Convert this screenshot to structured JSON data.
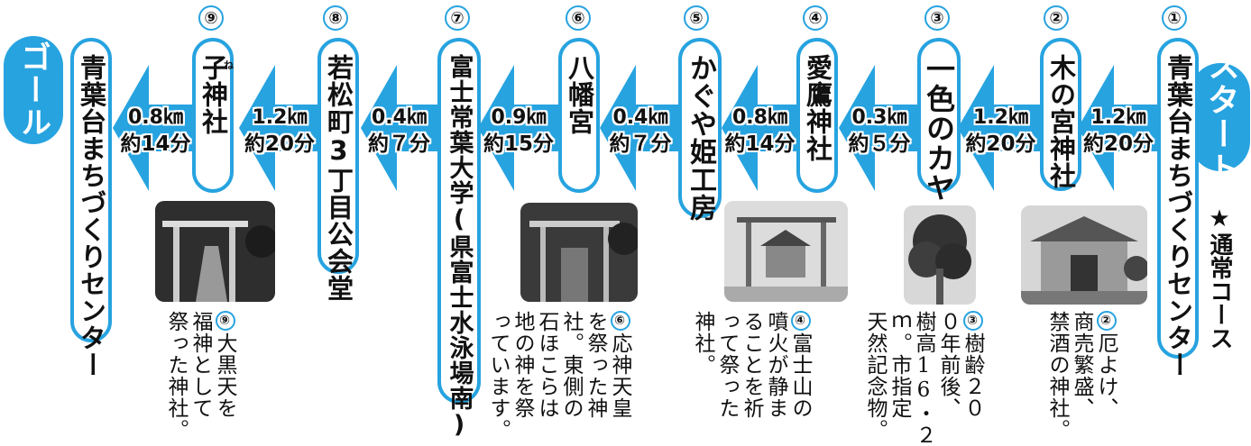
{
  "start_label": "スタート",
  "goal_label": "ゴール",
  "course_label": "★通常コース",
  "start_point": "青葉台まちづくりセンター",
  "goal_point": "青葉台まちづくりセンター",
  "stops": [
    {
      "num": "①",
      "name": "青葉台まちづくりセンター"
    },
    {
      "num": "②",
      "name": "木の宮神社"
    },
    {
      "num": "③",
      "name": "一色のカヤ"
    },
    {
      "num": "④",
      "name": "愛鷹神社"
    },
    {
      "num": "⑤",
      "name": "かぐや姫工房"
    },
    {
      "num": "⑥",
      "name": "八幡宮"
    },
    {
      "num": "⑦",
      "name": "富士常葉大学(県富士水泳場南)"
    },
    {
      "num": "⑧",
      "name": "若松町3丁目公会堂"
    },
    {
      "num": "⑨",
      "name": "子神社",
      "ruby": "ね"
    }
  ],
  "legs": [
    {
      "distance": "1.2㎞",
      "time": "約20分"
    },
    {
      "distance": "1.2㎞",
      "time": "約20分"
    },
    {
      "distance": "0.3㎞",
      "time": "約５分"
    },
    {
      "distance": "0.8㎞",
      "time": "約14分"
    },
    {
      "distance": "0.4㎞",
      "time": "約７分"
    },
    {
      "distance": "0.9㎞",
      "time": "約15分"
    },
    {
      "distance": "0.4㎞",
      "time": "約７分"
    },
    {
      "distance": "1.2㎞",
      "time": "約20分"
    },
    {
      "distance": "0.8㎞",
      "time": "約14分"
    }
  ],
  "descriptions": {
    "d2": {
      "num": "②",
      "lines": [
        "厄よけ、",
        "商売繁盛、",
        "禁酒の神社。"
      ]
    },
    "d3": {
      "num": "③",
      "lines": [
        "樹齢２０",
        "０年前後、",
        "樹高16・２",
        "ｍ。市指定",
        "天然記念物。"
      ]
    },
    "d4": {
      "num": "④",
      "lines": [
        "富士山の",
        "噴火が静ま",
        "ることを祈",
        "って祭った",
        "神社。"
      ]
    },
    "d6": {
      "num": "⑥",
      "lines": [
        "応神天皇",
        "を祭った神",
        "社。東側の",
        "石ほこらは",
        "地の神を祭",
        "っています。"
      ]
    },
    "d9": {
      "num": "⑨",
      "lines": [
        "大黒天を",
        "福神として",
        "祭った神社。"
      ]
    }
  },
  "photos": [
    "木の宮神社の写真",
    "一色のカヤの写真",
    "愛鷹神社の写真",
    "八幡宮の写真",
    "子神社の写真"
  ],
  "colors": {
    "accent": "#27a3e0",
    "text": "#111111",
    "background": "#ffffff"
  }
}
